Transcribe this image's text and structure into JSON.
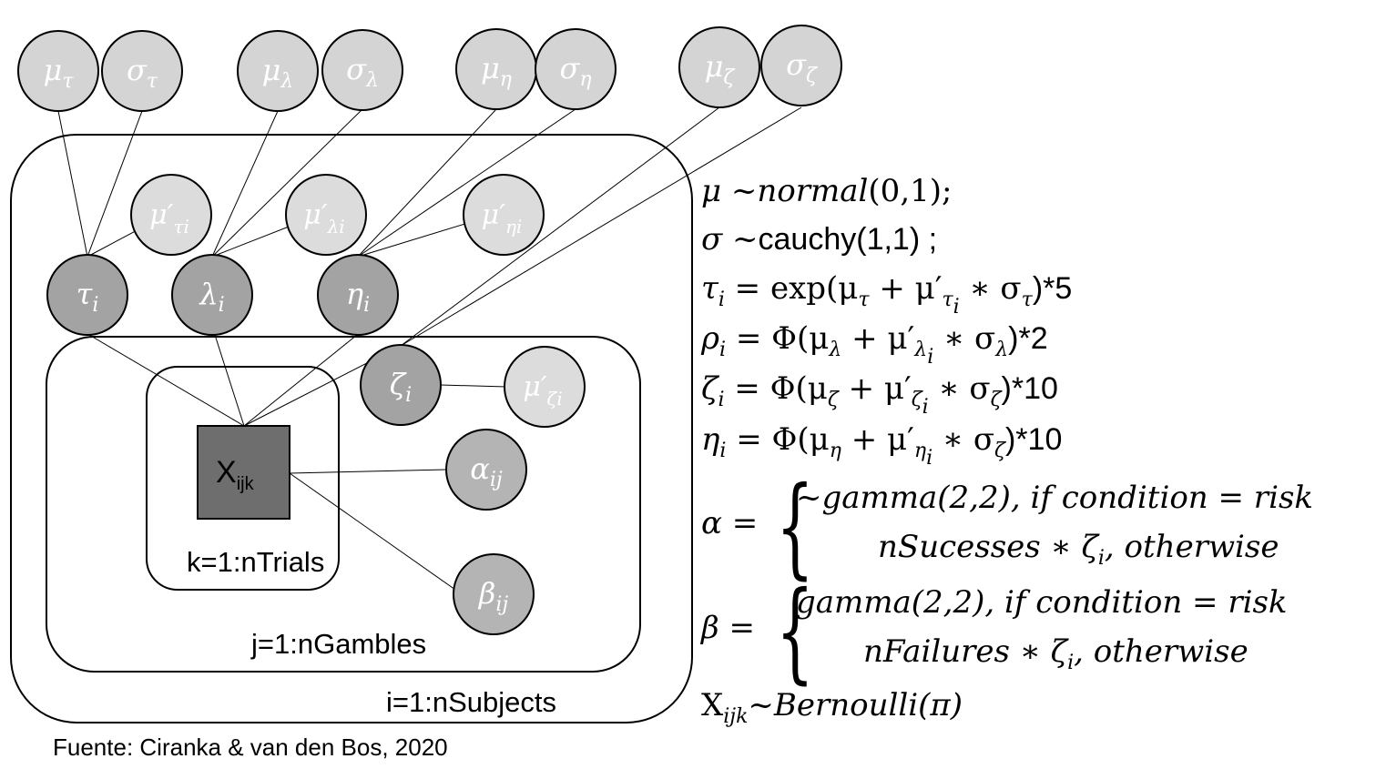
{
  "nodes": {
    "mu_tau": {
      "sym": "μ",
      "sub": "τ",
      "sup": ""
    },
    "sigma_tau": {
      "sym": "σ",
      "sub": "τ",
      "sup": ""
    },
    "mu_lambda": {
      "sym": "μ",
      "sub": "λ",
      "sup": ""
    },
    "sigma_lambda": {
      "sym": "σ",
      "sub": "λ",
      "sup": ""
    },
    "mu_eta": {
      "sym": "μ",
      "sub": "η",
      "sup": ""
    },
    "sigma_eta": {
      "sym": "σ",
      "sub": "η",
      "sup": ""
    },
    "mu_zeta": {
      "sym": "μ",
      "sub": "ζ",
      "sup": ""
    },
    "sigma_zeta": {
      "sym": "σ",
      "sub": "ζ",
      "sup": ""
    },
    "mu_prime_tau": {
      "sym": "μ′",
      "sub": "τi",
      "sup": ""
    },
    "mu_prime_lambda": {
      "sym": "μ′",
      "sub": "λi",
      "sup": ""
    },
    "mu_prime_eta": {
      "sym": "μ′",
      "sub": "ηi",
      "sup": ""
    },
    "mu_prime_zeta": {
      "sym": "μ′",
      "sub": "ζi",
      "sup": ""
    },
    "tau_i": {
      "sym": "τ",
      "sub": "i",
      "sup": ""
    },
    "lambda_i": {
      "sym": "λ",
      "sub": "i",
      "sup": ""
    },
    "eta_i": {
      "sym": "η",
      "sub": "i",
      "sup": ""
    },
    "zeta_i": {
      "sym": "ζ",
      "sub": "i",
      "sup": ""
    },
    "alpha_ij": {
      "sym": "α",
      "sub": "ij",
      "sup": ""
    },
    "beta_ij": {
      "sym": "β",
      "sub": "ij",
      "sup": ""
    }
  },
  "observed": {
    "sym": "X",
    "sub": "ijk"
  },
  "plates": {
    "trials": "k=1:nTrials",
    "gambles": "j=1:nGambles",
    "subjects": "i=1:nSubjects"
  },
  "equations": {
    "mu_prior": {
      "lhs": "μ ~",
      "fn": "normal",
      "args": "(0,1);"
    },
    "sigma_prior": {
      "lhs": "σ ~",
      "rest": "cauchy(1,1) ;"
    },
    "tau": {
      "lhs": "τ",
      "lhs_sub": "i",
      "rhs": " = exp(μ",
      "a": "τ",
      "b": " + μ′",
      "c": "τ",
      "ci": "i",
      "d": " ∗ σ",
      "e": "τ",
      "tail": ")*5"
    },
    "rho": {
      "lhs": "ρ",
      "lhs_sub": "i",
      "rhs": " = Φ(μ",
      "a": "λ",
      "b": " + μ′",
      "c": "λ",
      "ci": "i",
      "d": " ∗ σ",
      "e": "λ",
      "tail": ")*2"
    },
    "zeta": {
      "lhs": "ζ",
      "lhs_sub": "i",
      "rhs": " = Φ(μ",
      "a": "ζ",
      "b": " + μ′",
      "c": "ζ",
      "ci": "i",
      "d": " ∗ σ",
      "e": "ζ",
      "tail": ")*10"
    },
    "eta": {
      "lhs": "η",
      "lhs_sub": "i",
      "rhs": " = Φ(μ",
      "a": "η",
      "b": " + μ′",
      "c": "η",
      "ci": "i",
      "d": " ∗ σ",
      "e": "ζ",
      "tail": ")*10"
    },
    "alpha": {
      "lhs": "α =",
      "case1": "~gamma(2,2), if  condition = risk",
      "case2": "nSucesses ∗ ζ",
      "case2_sub": "i",
      "case2_tail": ", otherwise"
    },
    "beta": {
      "lhs": "β =",
      "case1": "gamma(2,2), if  condition = risk",
      "case2": "nFailures ∗ ζ",
      "case2_sub": "i",
      "case2_tail": ", otherwise"
    },
    "x": {
      "lhs": "X",
      "lhs_sub": "ijk",
      "rhs": "~Bernoulli(π)"
    }
  },
  "source": "Fuente: Ciranka & van den Bos, 2020",
  "colors": {
    "hyper_fill": "#d4d4d4",
    "light_fill": "#dcdcdc",
    "latent_fill": "#a3a3a3",
    "mid_fill": "#b4b4b4",
    "observed_fill": "#6e6e6e"
  }
}
